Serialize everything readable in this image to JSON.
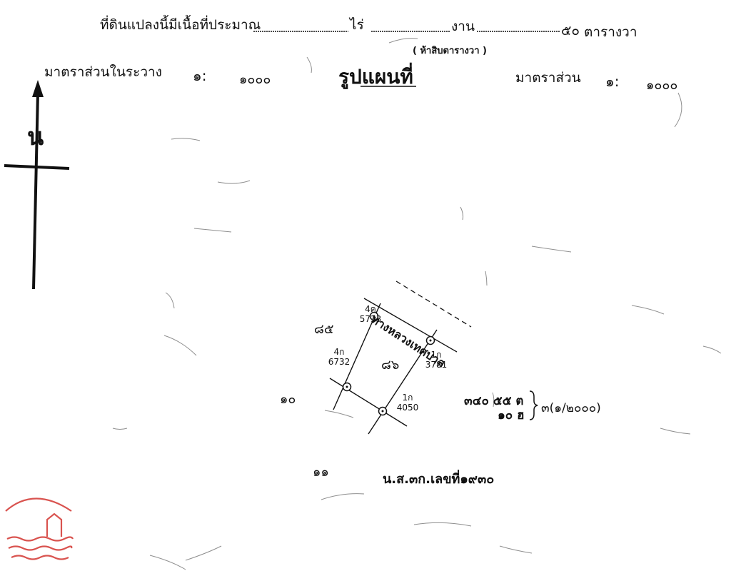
{
  "header": {
    "area_label": "ที่ดินแปลงนี้มีเนื้อที่ประมาณ",
    "rai_unit": "ไร่",
    "ngan_unit": "งาน",
    "wa_value": "๕๐",
    "wa_unit": "ตารางวา",
    "wa_note": "( ห้าสิบตารางวา )"
  },
  "scale_left": {
    "label": "มาตราส่วนในระวาง",
    "ratio_prefix": "๑:",
    "ratio_value": "๑๐๐๐"
  },
  "title": "รูปแผนที่",
  "scale_right": {
    "label": "มาตราส่วน",
    "ratio_prefix": "๑:",
    "ratio_value": "๑๐๐๐"
  },
  "north_label": "น",
  "road_label": "ทางหลวงเทศบาล",
  "markers": [
    {
      "code": "4ค",
      "num": "5733"
    },
    {
      "code": "1ก",
      "num": "3781"
    },
    {
      "code": "4ก",
      "num": "6732"
    },
    {
      "code": "1ก",
      "num": "4050"
    }
  ],
  "parcel_number": "๘๖",
  "neighbor_nw": "๘๕",
  "neighbor_w": "๑๐",
  "neighbor_s": "๑๑",
  "grid_ref": {
    "line1": "๓๔๐ ๕๕ ต",
    "line2": "๑๐ ฮ",
    "sheet": "๓(๑/๒๐๐๐)"
  },
  "doc_number": "น.ส.๓ก.เลขที่๑๙๓๐",
  "colors": {
    "ink": "#111111",
    "logo": "#d9534f"
  },
  "logo_icon": "house-waves-icon"
}
